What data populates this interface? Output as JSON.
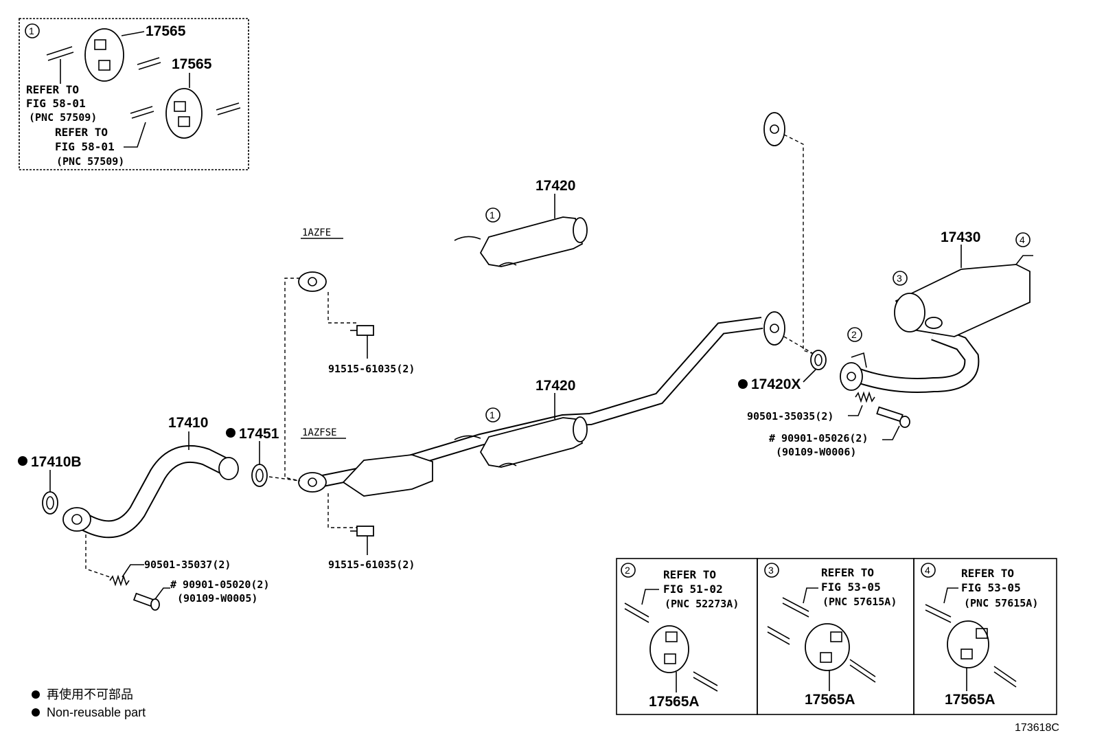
{
  "figure_id": "173618C",
  "parts": {
    "p17565_a": "17565",
    "p17565_b": "17565",
    "p17420_top": "17420",
    "p17420_bot": "17420",
    "p17430": "17430",
    "p17410": "17410",
    "p17410b": "17410B",
    "p17451": "17451",
    "p17420x": "17420X",
    "p17565a_1": "17565A",
    "p17565a_2": "17565A",
    "p17565a_3": "17565A"
  },
  "engines": {
    "top": "1AZFE",
    "bottom": "1AZFSE"
  },
  "fasteners": {
    "bolt_top": "91515-61035(2)",
    "bolt_bottom": "91515-61035(2)",
    "spring_right": "90501-35035(2)",
    "bolt_right": "# 90901-05026(2)",
    "bolt_right_alt": "(90109-W0006)",
    "spring_left": "90501-35037(2)",
    "bolt_left": "# 90901-05020(2)",
    "bolt_left_alt": "(90109-W0005)"
  },
  "callouts": {
    "c1": "1",
    "c2": "2",
    "c3": "3",
    "c4": "4"
  },
  "inset1": {
    "refer_a": "REFER TO",
    "fig_a": "FIG 58-01",
    "pnc_a": "(PNC 57509)",
    "refer_b": "REFER TO",
    "fig_b": "FIG 58-01",
    "pnc_b": "(PNC 57509)"
  },
  "inset2": {
    "refer": "REFER TO",
    "fig": "FIG 51-02",
    "pnc": "(PNC 52273A)"
  },
  "inset3": {
    "refer": "REFER TO",
    "fig": "FIG 53-05",
    "pnc": "(PNC 57615A)"
  },
  "inset4": {
    "refer": "REFER TO",
    "fig": "FIG 53-05",
    "pnc": "(PNC 57615A)"
  },
  "legend": {
    "line_jp": "再使用不可部品",
    "line_en": "Non-reusable part"
  }
}
